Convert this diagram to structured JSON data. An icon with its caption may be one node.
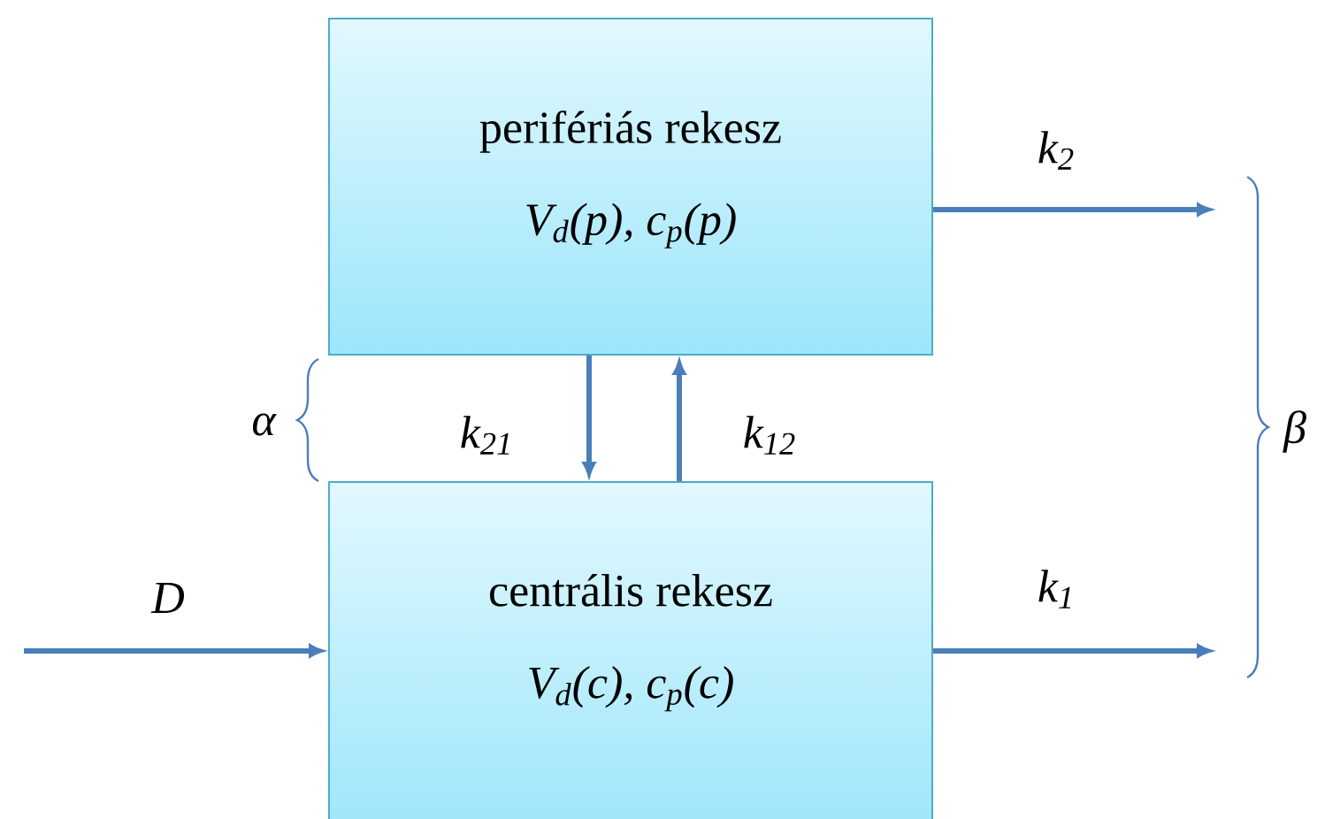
{
  "diagram": {
    "nodes": [
      {
        "text": [
          "perifériás rekesz",
          "V$_{d}$(p), c$_{p}$(p)"
        ]
      },
      {
        "text": [
          "centrális rekesz",
          "V$_{d}$(c), c$_{p}$(c)"
        ]
      }
    ],
    "edges": [
      {
        "from": null,
        "to": 1,
        "arrow": "to",
        "label": "D"
      },
      {
        "from": 0,
        "to": 1,
        "arrow": "to",
        "label": "k$_{21}$"
      },
      {
        "from": 1,
        "to": 0,
        "arrow": "to",
        "label": "k$_{12}$"
      },
      {
        "from": 0,
        "to": null,
        "arrow": "to",
        "label": "k$_{2}$"
      },
      {
        "from": 1,
        "to": null,
        "arrow": "to",
        "label": "k$_{1}$"
      }
    ],
    "labels": [
      "α",
      "β"
    ]
  }
}
